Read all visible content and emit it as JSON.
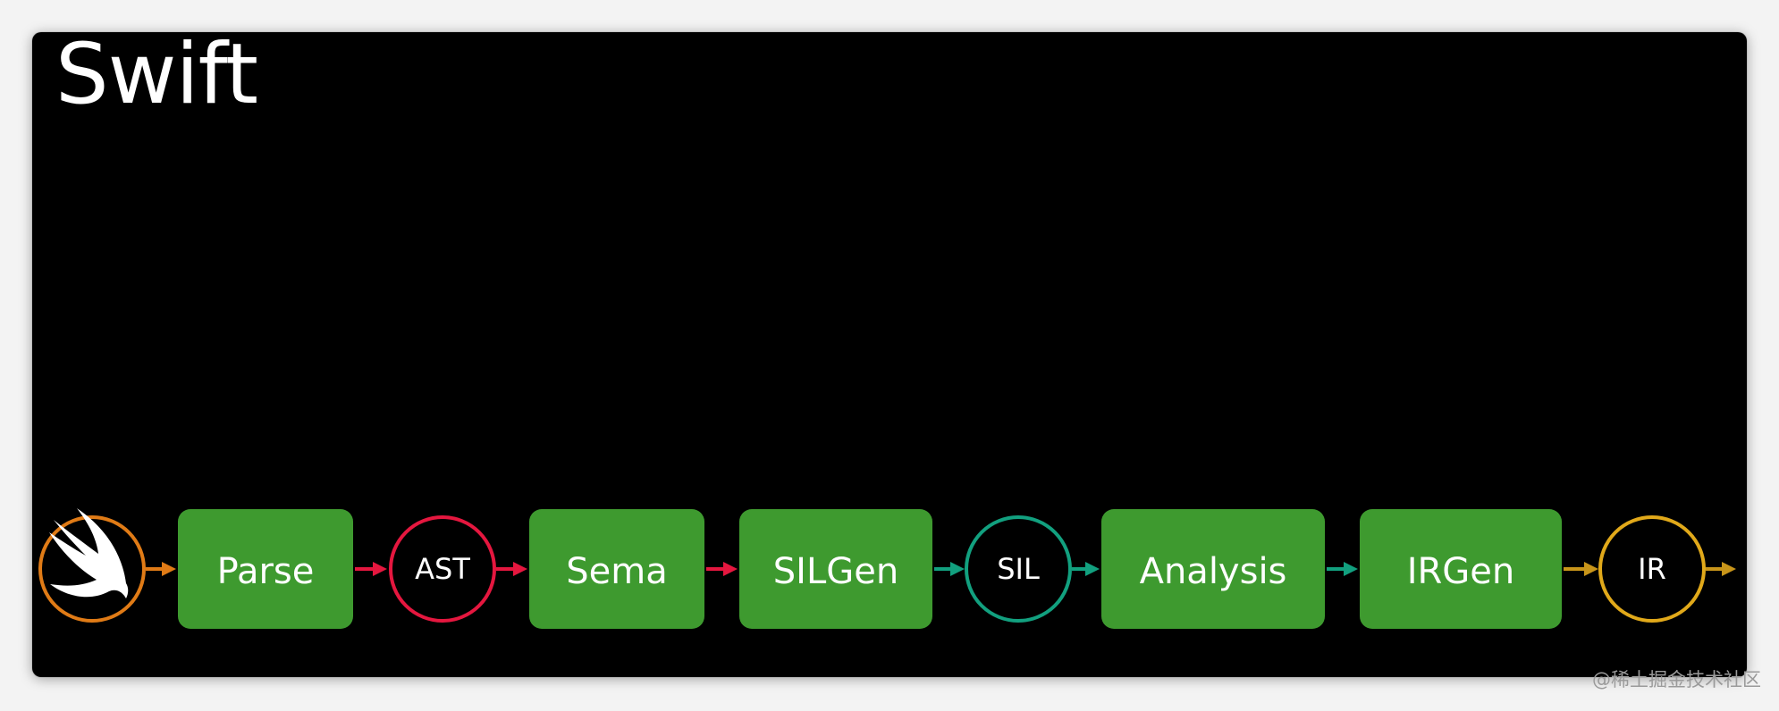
{
  "slide": {
    "title": "Swift"
  },
  "pipeline": {
    "stages": [
      {
        "kind": "icon",
        "name": "swift-logo-icon",
        "color": "#e07b16"
      },
      {
        "kind": "step",
        "label": "Parse",
        "color": "#3e9a2f"
      },
      {
        "kind": "artifact",
        "label": "AST",
        "color": "#e5173f"
      },
      {
        "kind": "step",
        "label": "Sema",
        "color": "#3e9a2f"
      },
      {
        "kind": "step",
        "label": "SILGen",
        "color": "#3e9a2f"
      },
      {
        "kind": "artifact",
        "label": "SIL",
        "color": "#12a07f"
      },
      {
        "kind": "step",
        "label": "Analysis",
        "color": "#3e9a2f"
      },
      {
        "kind": "step",
        "label": "IRGen",
        "color": "#3e9a2f"
      },
      {
        "kind": "artifact",
        "label": "IR",
        "color": "#e1a91a"
      }
    ],
    "arrow_colors": [
      "#e07b16",
      "#e5173f",
      "#e5173f",
      "#e5173f",
      "#12a07f",
      "#12a07f",
      "#12a07f",
      "#c8951a",
      "#c8951a"
    ]
  },
  "watermark": {
    "text": "@稀土掘金技术社区"
  }
}
